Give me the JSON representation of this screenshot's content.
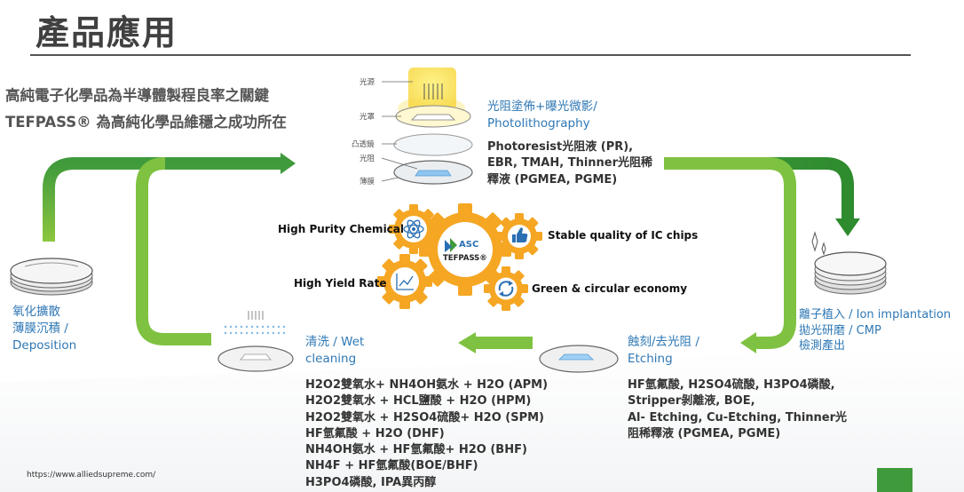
{
  "title": "產品應用",
  "intro": {
    "line1": "高純電子化學品為半導體製程良率之關鍵",
    "line2": "TEFPASS® 為高純化學品維穩之成功所在"
  },
  "photo": {
    "layer_labels": [
      "光源",
      "光罩",
      "凸透鏡",
      "光阻",
      "薄膜"
    ],
    "title_line1": "光阻塗佈+曝光微影/",
    "title_line2": "Photolithography",
    "chemicals": [
      "Photoresist光阻液 (PR),",
      "EBR, TMAH, Thinner光阻稀",
      "釋液 (PGMEA, PGME)"
    ]
  },
  "deposition": {
    "lines": [
      "氧化擴散",
      "薄膜沉積 /",
      "Deposition"
    ]
  },
  "ion": {
    "lines": [
      "離子植入 / Ion implantation",
      "拋光研磨 / CMP",
      "檢測產出"
    ]
  },
  "etching": {
    "title_line1": "蝕刻/去光阻 /",
    "title_line2": "Etching",
    "chemicals": [
      "HF氫氟酸, H2SO4硫酸, H3PO4磷酸,",
      "Stripper剝離液, BOE,",
      "Al- Etching, Cu-Etching, Thinner光",
      "阻稀釋液 (PGMEA, PGME)"
    ]
  },
  "cleaning": {
    "title_line1": "清洗 / Wet",
    "title_line2": "cleaning",
    "chemicals": [
      "H2O2雙氧水+ NH4OH氨水 + H2O (APM)",
      "H2O2雙氧水 + HCL鹽酸 + H2O (HPM)",
      "H2O2雙氧水 + H2SO4硫酸+ H2O (SPM)",
      "HF氫氟酸 + H2O (DHF)",
      "NH4OH氨水 + HF氫氟酸+ H2O (BHF)",
      "NH4F + HF氫氟酸(BOE/BHF)",
      "H3PO4磷酸, IPA異丙醇"
    ]
  },
  "gears": {
    "center_brand": "ASC",
    "center_name": "TEFPASS®",
    "high_purity": "High Purity Chemical",
    "stable_quality": "Stable quality of IC chips",
    "high_yield": "High Yield Rate",
    "green": "Green & circular economy"
  },
  "footer": {
    "url": "https://www.alliedsupreme.com/"
  },
  "colors": {
    "green": "#3f9a3c",
    "green_light": "#8cc63f",
    "gear_orange": "#f5a623",
    "blue_text": "#2f78b5"
  }
}
